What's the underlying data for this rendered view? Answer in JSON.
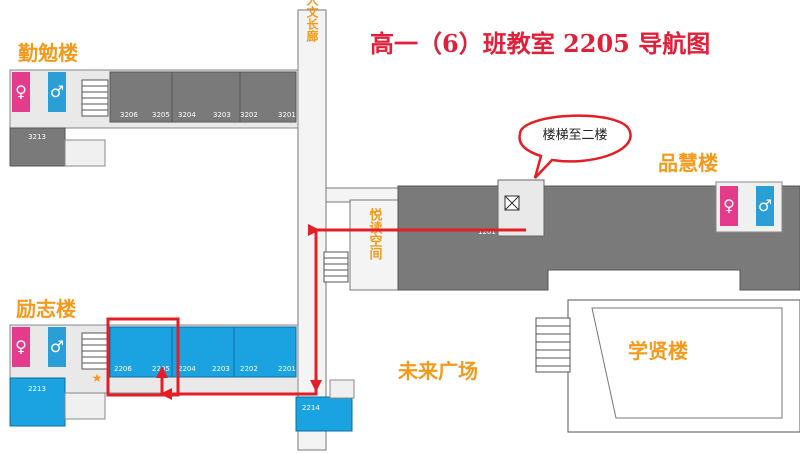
{
  "title": "高一（6）班教室 2205 导航图",
  "buildings": {
    "qinmian": "勤勉楼",
    "lizhi": "励志楼",
    "pinhui": "品慧楼",
    "xuexian": "学贤楼"
  },
  "corridors": {
    "renwen": "人文长廊",
    "yueyue": "悦读空间"
  },
  "plaza": "未来广场",
  "callout": "楼梯至二楼",
  "rooms": {
    "top": [
      "3206",
      "3205",
      "3204",
      "3203",
      "3202",
      "3201"
    ],
    "top_small": "3213",
    "bottom": [
      "2206",
      "2205",
      "2204",
      "2203",
      "2202",
      "2201"
    ],
    "bottom_small": "2213",
    "side": "2214",
    "pin": "1201"
  },
  "colors": {
    "accent_title": "#e0203a",
    "building_label": "#f39a1c",
    "highlight_room": "#1aa3e0",
    "route": "#e41e26",
    "gray_building": "#7a7a7a",
    "restroom_female": "#e53b8c",
    "restroom_male": "#2a9fd6"
  }
}
